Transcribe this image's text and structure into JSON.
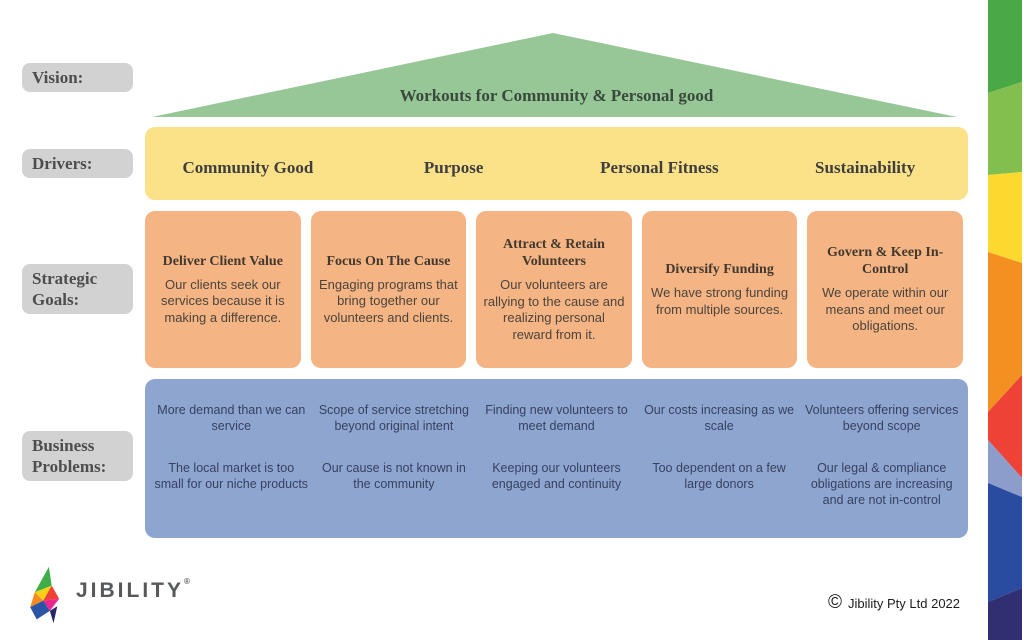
{
  "row_labels": {
    "vision": "Vision:",
    "drivers": "Drivers:",
    "strategic_goals": "Strategic Goals:",
    "business_problems": "Business Problems:"
  },
  "vision": {
    "statement": "Workouts for Community & Personal good"
  },
  "drivers": [
    "Community Good",
    "Purpose",
    "Personal Fitness",
    "Sustainability"
  ],
  "strategic_goals": [
    {
      "title": "Deliver Client Value",
      "description": "Our clients seek our services because it is making a difference."
    },
    {
      "title": "Focus On The Cause",
      "description": "Engaging programs that bring together our volunteers and clients."
    },
    {
      "title": "Attract & Retain Volunteers",
      "description": "Our volunteers are rallying to the cause and realizing personal reward from it."
    },
    {
      "title": "Diversify Funding",
      "description": "We have strong funding from multiple sources."
    },
    {
      "title": "Govern & Keep In-Control",
      "description": "We operate within our means and meet our obligations."
    }
  ],
  "business_problems": [
    {
      "items": [
        "More demand than we can service",
        "The local market is too small for our niche products"
      ]
    },
    {
      "items": [
        "Scope of service stretching beyond original intent",
        "Our cause is not known in the community"
      ]
    },
    {
      "items": [
        "Finding new volunteers to meet demand",
        "Keeping our volunteers engaged and continuity"
      ]
    },
    {
      "items": [
        "Our costs increasing as we scale",
        "Too dependent on a few large donors"
      ]
    },
    {
      "items": [
        "Volunteers offering services beyond scope",
        "Our legal & compliance obligations are increasing and are not in-control"
      ]
    }
  ],
  "footer": {
    "brand": "JIBILITY",
    "registered": "®",
    "copyright_symbol": "©",
    "copyright_text": "Jibility Pty Ltd 2022"
  },
  "colors": {
    "roof_green": "#97c797",
    "drivers_yellow": "#fbe289",
    "goals_orange": "#f4b483",
    "problems_blue": "#8ea5d0",
    "label_gray": "#d2d2d2",
    "strip": [
      "#4ba847",
      "#82bf4f",
      "#fbd92f",
      "#f29022",
      "#ef4236",
      "#8c9ccb",
      "#2a4ca0",
      "#312f72"
    ]
  }
}
